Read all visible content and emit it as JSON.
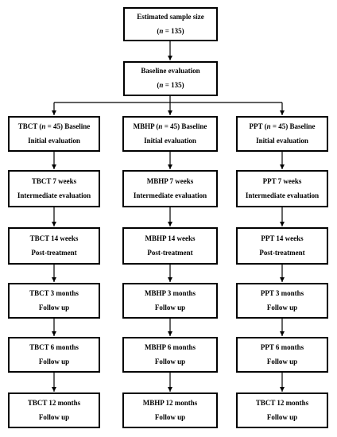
{
  "top": {
    "estimated": {
      "line1": "Estimated sample size",
      "n_prefix": "(",
      "n_var": "n",
      "n_suffix": " = 135)"
    },
    "baseline": {
      "line1": "Baseline evaluation",
      "n_prefix": "(",
      "n_var": "n",
      "n_suffix": " = 135)"
    }
  },
  "columns": [
    {
      "group": "TBCT",
      "initial": {
        "prefix": "TBCT (",
        "n_var": "n",
        "suffix": " = 45) Baseline",
        "line2": "Initial evaluation"
      },
      "stages": [
        {
          "line1": "TBCT 7 weeks",
          "line2": "Intermediate evaluation"
        },
        {
          "line1": "TBCT 14 weeks",
          "line2": "Post-treatment"
        },
        {
          "line1": "TBCT 3 months",
          "line2": "Follow up"
        },
        {
          "line1": "TBCT 6 months",
          "line2": "Follow up"
        },
        {
          "line1": "TBCT 12 months",
          "line2": "Follow up"
        }
      ]
    },
    {
      "group": "MBHP",
      "initial": {
        "prefix": "MBHP (",
        "n_var": "n",
        "suffix": " = 45) Baseline",
        "line2": "Initial evaluation"
      },
      "stages": [
        {
          "line1": "MBHP 7 weeks",
          "line2": "Intermediate evaluation"
        },
        {
          "line1": "MBHP 14 weeks",
          "line2": "Post-treatment"
        },
        {
          "line1": "MBHP 3 months",
          "line2": "Follow up"
        },
        {
          "line1": "MBHP 6 months",
          "line2": "Follow up"
        },
        {
          "line1": "MBHP 12 months",
          "line2": "Follow up"
        }
      ]
    },
    {
      "group": "PPT",
      "initial": {
        "prefix": "PPT (",
        "n_var": "n",
        "suffix": " = 45) Baseline",
        "line2": "Initial evaluation"
      },
      "stages": [
        {
          "line1": "PPT 7 weeks",
          "line2": "Intermediate evaluation"
        },
        {
          "line1": "PPT 14 weeks",
          "line2": "Post-treatment"
        },
        {
          "line1": "PPT 3 months",
          "line2": "Follow up"
        },
        {
          "line1": "PPT 6 months",
          "line2": "Follow up"
        },
        {
          "line1": "TBCT 12 months",
          "line2": "Follow up"
        }
      ]
    }
  ]
}
